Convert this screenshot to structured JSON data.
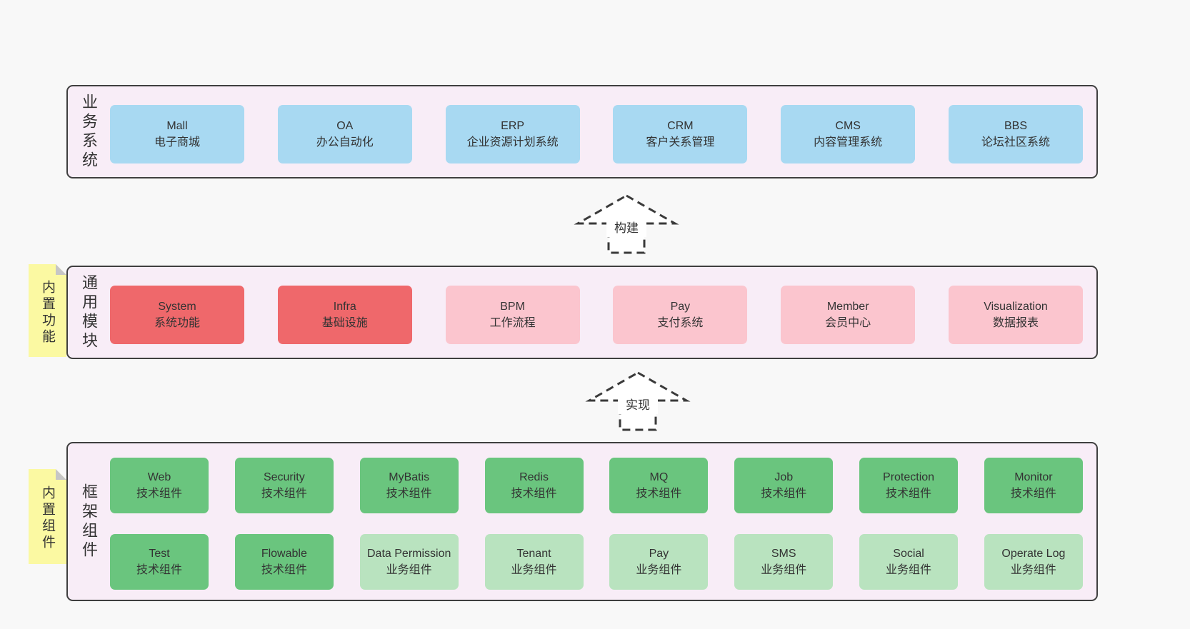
{
  "colors": {
    "page_background": "#f8f8f8",
    "band_background": "#f8edf7",
    "band_border": "#3f3f3f",
    "node_blue": "#a8d9f2",
    "node_red": "#ef686b",
    "node_pink": "#fbc5ce",
    "node_green": "#6ac57e",
    "node_green_light": "#b9e3bf",
    "sticky_yellow": "#fbf9a2",
    "sticky_fold_gray": "#c6c6c6",
    "text": "#333333"
  },
  "arrows": [
    {
      "label": "构建"
    },
    {
      "label": "实现"
    }
  ],
  "stickies": [
    {
      "label": "内置功能"
    },
    {
      "label": "内置组件"
    }
  ],
  "bands": [
    {
      "label": "业务系统",
      "rows": [
        [
          {
            "title": "Mall",
            "subtitle": "电子商城",
            "variant": "blue"
          },
          {
            "title": "OA",
            "subtitle": "办公自动化",
            "variant": "blue"
          },
          {
            "title": "ERP",
            "subtitle": "企业资源计划系统",
            "variant": "blue"
          },
          {
            "title": "CRM",
            "subtitle": "客户关系管理",
            "variant": "blue"
          },
          {
            "title": "CMS",
            "subtitle": "内容管理系统",
            "variant": "blue"
          },
          {
            "title": "BBS",
            "subtitle": "论坛社区系统",
            "variant": "blue"
          }
        ]
      ]
    },
    {
      "label": "通用模块",
      "rows": [
        [
          {
            "title": "System",
            "subtitle": "系统功能",
            "variant": "red"
          },
          {
            "title": "Infra",
            "subtitle": "基础设施",
            "variant": "red"
          },
          {
            "title": "BPM",
            "subtitle": "工作流程",
            "variant": "pink"
          },
          {
            "title": "Pay",
            "subtitle": "支付系统",
            "variant": "pink"
          },
          {
            "title": "Member",
            "subtitle": "会员中心",
            "variant": "pink"
          },
          {
            "title": "Visualization",
            "subtitle": "数据报表",
            "variant": "pink"
          }
        ]
      ]
    },
    {
      "label": "框架组件",
      "rows": [
        [
          {
            "title": "Web",
            "subtitle": "技术组件",
            "variant": "green"
          },
          {
            "title": "Security",
            "subtitle": "技术组件",
            "variant": "green"
          },
          {
            "title": "MyBatis",
            "subtitle": "技术组件",
            "variant": "green"
          },
          {
            "title": "Redis",
            "subtitle": "技术组件",
            "variant": "green"
          },
          {
            "title": "MQ",
            "subtitle": "技术组件",
            "variant": "green"
          },
          {
            "title": "Job",
            "subtitle": "技术组件",
            "variant": "green"
          },
          {
            "title": "Protection",
            "subtitle": "技术组件",
            "variant": "green"
          },
          {
            "title": "Monitor",
            "subtitle": "技术组件",
            "variant": "green"
          }
        ],
        [
          {
            "title": "Test",
            "subtitle": "技术组件",
            "variant": "green"
          },
          {
            "title": "Flowable",
            "subtitle": "技术组件",
            "variant": "green"
          },
          {
            "title": "Data Permission",
            "subtitle": "业务组件",
            "variant": "green-light"
          },
          {
            "title": "Tenant",
            "subtitle": "业务组件",
            "variant": "green-light"
          },
          {
            "title": "Pay",
            "subtitle": "业务组件",
            "variant": "green-light"
          },
          {
            "title": "SMS",
            "subtitle": "业务组件",
            "variant": "green-light"
          },
          {
            "title": "Social",
            "subtitle": "业务组件",
            "variant": "green-light"
          },
          {
            "title": "Operate Log",
            "subtitle": "业务组件",
            "variant": "green-light"
          }
        ]
      ]
    }
  ]
}
